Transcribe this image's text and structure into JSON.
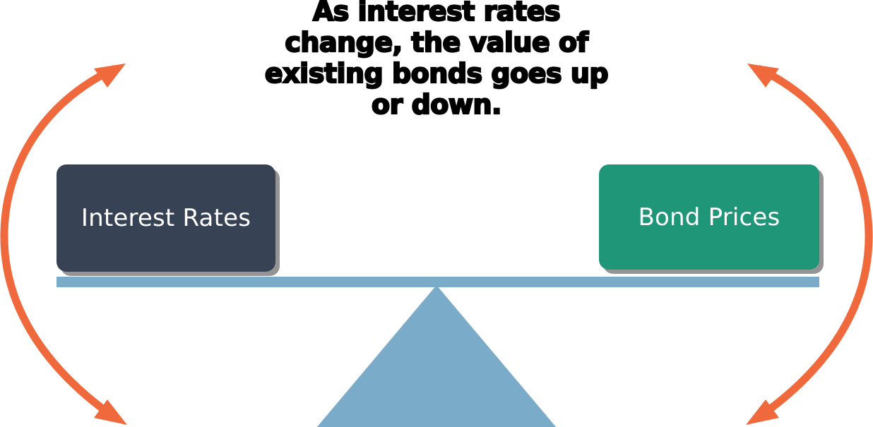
{
  "diagram": {
    "type": "seesaw-balance-diagram",
    "caption": {
      "text": "As interest rates\nchange, the value of\nexisting bonds goes up\nor down.",
      "lines": [
        "As interest rates",
        "change, the value of",
        "existing bonds goes up",
        "or down."
      ],
      "obscured": true
    },
    "labels": {
      "left": "Interest Rates",
      "right": "Bond Prices"
    },
    "arrows": {
      "left_arc_name": "left-cycle-arc",
      "right_arc_name": "right-cycle-arc",
      "heads": "double-ended"
    },
    "colors": {
      "background": "#ffffff",
      "caption_text": "#000000",
      "left_box": "#374354",
      "right_box": "#1F9677",
      "box_text": "#ffffff",
      "beam": "#7AACC9",
      "fulcrum": "#7AACC9",
      "arc": "#F0693C",
      "box_shadow": "#3C3C3C"
    }
  }
}
